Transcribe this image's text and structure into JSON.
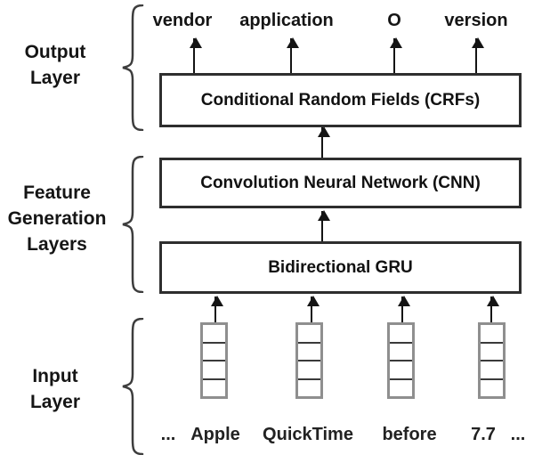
{
  "figure": {
    "layer_labels": [
      {
        "text": "Output\nLayer"
      },
      {
        "text": "Feature\nGeneration\nLayers"
      },
      {
        "text": "Input\nLayer"
      }
    ],
    "output_tags": [
      "vendor",
      "application",
      "O",
      "version"
    ],
    "boxes": [
      {
        "id": "crf",
        "label": "Conditional Random Fields (CRFs)"
      },
      {
        "id": "cnn",
        "label": "Convolution Neural Network (CNN)"
      },
      {
        "id": "gru",
        "label": "Bidirectional GRU"
      }
    ],
    "input_tokens": [
      "...",
      "Apple",
      "QuickTime",
      "before",
      "7.7",
      "..."
    ],
    "colors": {
      "ink": "#1a1a1a",
      "box_border": "#2e2e2e",
      "cell_outline": "#8f8f8f"
    }
  }
}
